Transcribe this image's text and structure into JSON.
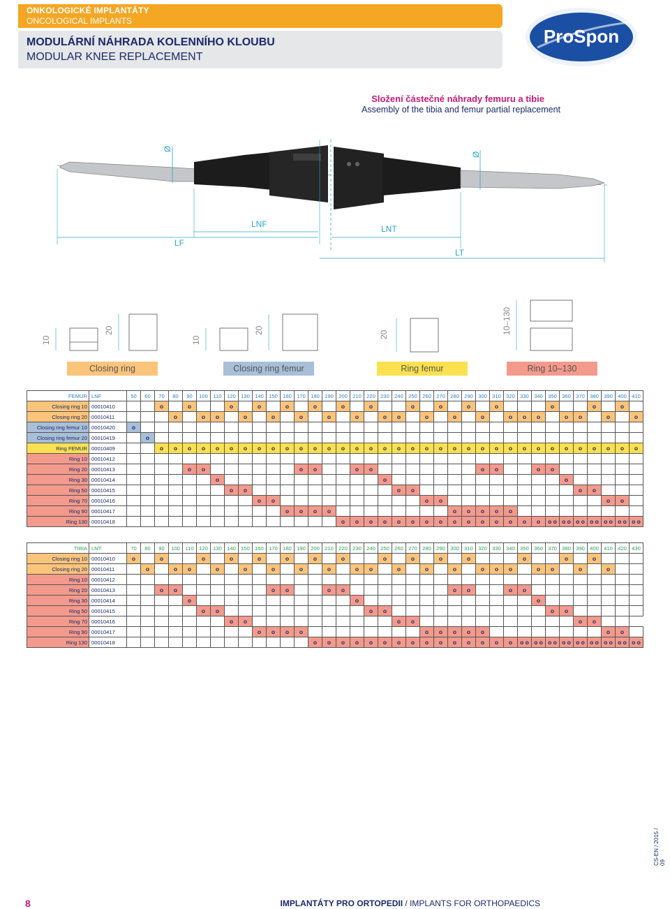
{
  "header": {
    "category_cz": "ONKOLOGICKÉ IMPLANTÁTY",
    "category_en": "ONCOLOGICAL IMPLANTS",
    "title_cz": "MODULÁRNÍ NÁHRADA KOLENNÍHO KLOUBU",
    "title_en": "MODULAR KNEE REPLACEMENT",
    "logo_text": "ProSpon"
  },
  "section": {
    "title_cz": "Složení částečné náhrady femuru a tibie",
    "title_en": "Assembly of the tibia and femur partial replacement"
  },
  "drawing": {
    "diam_left": "Ø",
    "diam_right": "Ø",
    "lnf": "LNF",
    "lnt": "LNT",
    "lf": "LF",
    "lt": "LT"
  },
  "components": {
    "d1": "10",
    "d2": "20",
    "d3": "10",
    "d4": "20",
    "d5": "20",
    "d6": "10–130",
    "btn1": "Closing ring",
    "btn2": "Closing ring femur",
    "btn3": "Ring femur",
    "btn4": "Ring 10–130"
  },
  "femur_table": {
    "head_name": "FEMUR",
    "head_code": "LNF",
    "columns": [
      "50",
      "60",
      "70",
      "80",
      "90",
      "100",
      "110",
      "120",
      "130",
      "140",
      "150",
      "160",
      "170",
      "180",
      "190",
      "200",
      "210",
      "220",
      "230",
      "240",
      "250",
      "260",
      "270",
      "280",
      "290",
      "300",
      "310",
      "320",
      "330",
      "340",
      "350",
      "360",
      "370",
      "380",
      "390",
      "400",
      "410"
    ],
    "rows": [
      {
        "name": "Closing ring 10",
        "code": "00010410",
        "color": "o",
        "cells": [
          "",
          "",
          "o",
          "",
          "o",
          "",
          "",
          "o",
          "",
          "o",
          "",
          "o",
          "",
          "o",
          "",
          "o",
          "",
          "o",
          "",
          "",
          "o",
          "",
          "o",
          "",
          "o",
          "",
          "o",
          "",
          "",
          "",
          "o",
          "",
          "",
          "o",
          "",
          "o",
          ""
        ]
      },
      {
        "name": "Closing ring 20",
        "code": "00010411",
        "color": "o",
        "cells": [
          "",
          "",
          "",
          "",
          "",
          "",
          "",
          "",
          "",
          "",
          "",
          "",
          "",
          "",
          "",
          "",
          "",
          "",
          "",
          "",
          "",
          "",
          "",
          "",
          "",
          "",
          "",
          "",
          "",
          "",
          "",
          "",
          "",
          "",
          "",
          "",
          ""
        ]
      },
      {
        "name": "Closing ring femur 10",
        "code": "00010420",
        "color": "g",
        "cells": [
          "o",
          "",
          "",
          "",
          "",
          "",
          "",
          "",
          "",
          "",
          "",
          "",
          "",
          "",
          "",
          "",
          "",
          "",
          "",
          "",
          "",
          "",
          "",
          "",
          "",
          "",
          "",
          "",
          "",
          "",
          "",
          "",
          "",
          "",
          "",
          "",
          ""
        ]
      },
      {
        "name": "Closing ring femur 20",
        "code": "00010419",
        "color": "g",
        "cells": [
          "",
          "o",
          "",
          "",
          "",
          "",
          "",
          "",
          "",
          "",
          "",
          "",
          "",
          "",
          "",
          "",
          "",
          "",
          "",
          "",
          "",
          "",
          "",
          "",
          "",
          "",
          "",
          "",
          "",
          "",
          "",
          "",
          "",
          "",
          "",
          "",
          ""
        ]
      },
      {
        "name": "Ring FEMUR",
        "code": "00010409",
        "color": "y",
        "cells": [
          "",
          "",
          "o",
          "o",
          "o",
          "o",
          "o",
          "o",
          "o",
          "o",
          "o",
          "o",
          "o",
          "o",
          "o",
          "o",
          "o",
          "o",
          "o",
          "o",
          "o",
          "o",
          "o",
          "o",
          "o",
          "o",
          "o",
          "o",
          "o",
          "o",
          "o",
          "o",
          "o",
          "o",
          "o",
          "o",
          "o"
        ]
      },
      {
        "name": "Ring 10",
        "code": "00010412",
        "color": "r",
        "cells": [
          "",
          "",
          "",
          "",
          "",
          "",
          "",
          "",
          "",
          "",
          "",
          "",
          "",
          "",
          "",
          "",
          "",
          "",
          "",
          "",
          "",
          "",
          "",
          "",
          "",
          "",
          "",
          "",
          "",
          "",
          "",
          "",
          "",
          "",
          "",
          "",
          ""
        ]
      },
      {
        "name": "Ring 20",
        "code": "00010413",
        "color": "r",
        "cells": [
          "",
          "",
          "",
          "",
          "o",
          "o",
          "",
          "",
          "",
          "",
          "",
          "",
          "o",
          "o",
          "",
          "",
          "o",
          "o",
          "",
          "",
          "",
          "",
          "",
          "",
          "",
          "o",
          "o",
          "",
          "",
          "o",
          "o",
          "",
          "",
          "",
          "",
          "",
          ""
        ]
      },
      {
        "name": "Ring 30",
        "code": "00010414",
        "color": "r",
        "cells": [
          "",
          "",
          "",
          "",
          "",
          "",
          "o",
          "",
          "",
          "",
          "",
          "",
          "",
          "",
          "",
          "",
          "",
          "",
          "o",
          "",
          "",
          "",
          "",
          "",
          "",
          "",
          "",
          "",
          "",
          "",
          "",
          "o",
          "",
          "",
          "",
          "",
          ""
        ]
      },
      {
        "name": "Ring 50",
        "code": "00010415",
        "color": "r",
        "cells": [
          "",
          "",
          "",
          "",
          "",
          "",
          "",
          "o",
          "o",
          "",
          "",
          "",
          "",
          "",
          "",
          "",
          "",
          "",
          "",
          "o",
          "o",
          "",
          "",
          "",
          "",
          "",
          "",
          "",
          "",
          "",
          "",
          "",
          "o",
          "o",
          "",
          "",
          ""
        ]
      },
      {
        "name": "Ring 70",
        "code": "00010416",
        "color": "r",
        "cells": [
          "",
          "",
          "",
          "",
          "",
          "",
          "",
          "",
          "",
          "o",
          "o",
          "",
          "",
          "",
          "",
          "",
          "",
          "",
          "",
          "",
          "",
          "o",
          "o",
          "",
          "",
          "",
          "",
          "",
          "",
          "",
          "",
          "",
          "",
          "",
          "o",
          "o",
          ""
        ]
      },
      {
        "name": "Ring 90",
        "code": "00010417",
        "color": "r",
        "cells": [
          "",
          "",
          "",
          "",
          "",
          "",
          "",
          "",
          "",
          "",
          "",
          "o",
          "o",
          "o",
          "o",
          "",
          "",
          "",
          "",
          "",
          "",
          "",
          "",
          "o",
          "o",
          "o",
          "o",
          "o",
          "",
          "",
          "",
          "",
          "",
          "",
          "",
          "",
          ""
        ]
      },
      {
        "name": "Ring 130",
        "code": "00010418",
        "color": "r",
        "cells": [
          "",
          "",
          "",
          "",
          "",
          "",
          "",
          "",
          "",
          "",
          "",
          "",
          "",
          "",
          "",
          "o",
          "o",
          "o",
          "o",
          "o",
          "o",
          "o",
          "o",
          "o",
          "o",
          "o",
          "o",
          "o",
          "o",
          "o",
          "o o",
          "o o",
          "o o",
          "o o",
          "o o",
          "o o",
          "o o"
        ]
      }
    ],
    "row2_cells": [
      "",
      "",
      "",
      "o",
      "",
      "o",
      "o",
      "",
      "o",
      "",
      "o",
      "",
      "o",
      "",
      "o",
      "",
      "o",
      "",
      "o",
      "o",
      "",
      "o",
      "",
      "o",
      "",
      "o",
      "",
      "o",
      "o",
      "o",
      "",
      "o",
      "o",
      "",
      "o",
      "",
      "o"
    ]
  },
  "tibia_table": {
    "head_name": "TIBIA",
    "head_code": "LNT",
    "columns": [
      "70",
      "80",
      "90",
      "100",
      "110",
      "120",
      "130",
      "140",
      "150",
      "160",
      "170",
      "180",
      "190",
      "200",
      "210",
      "220",
      "230",
      "240",
      "250",
      "260",
      "270",
      "280",
      "290",
      "300",
      "310",
      "320",
      "330",
      "340",
      "350",
      "360",
      "370",
      "380",
      "390",
      "400",
      "410",
      "420",
      "430"
    ],
    "rows": [
      {
        "name": "Closing ring 10",
        "code": "00010410",
        "color": "o",
        "cells": [
          "o",
          "",
          "o",
          "",
          "",
          "o",
          "",
          "o",
          "",
          "o",
          "",
          "o",
          "",
          "o",
          "",
          "o",
          "",
          "",
          "o",
          "",
          "o",
          "",
          "o",
          "",
          "o",
          "",
          "",
          "",
          "o",
          "",
          "",
          "o",
          "",
          "o",
          "",
          "",
          ""
        ]
      },
      {
        "name": "Closing ring 20",
        "code": "00010411",
        "color": "o",
        "cells": [
          "",
          "o",
          "",
          "o",
          "o",
          "",
          "o",
          "",
          "o",
          "",
          "o",
          "",
          "o",
          "",
          "o",
          "",
          "o",
          "o",
          "",
          "o",
          "",
          "o",
          "",
          "o",
          "",
          "o",
          "o",
          "o",
          "",
          "o",
          "o",
          "",
          "o",
          "",
          "o",
          "",
          ""
        ]
      },
      {
        "name": "Ring 10",
        "code": "00010412",
        "color": "r",
        "cells": [
          "",
          "",
          "",
          "",
          "",
          "",
          "",
          "",
          "",
          "",
          "",
          "",
          "",
          "",
          "",
          "",
          "",
          "",
          "",
          "",
          "",
          "",
          "",
          "",
          "",
          "",
          "",
          "",
          "",
          "",
          "",
          "",
          "",
          "",
          "",
          "",
          ""
        ]
      },
      {
        "name": "Ring 20",
        "code": "00010413",
        "color": "r",
        "cells": [
          "",
          "",
          "o",
          "o",
          "",
          "",
          "",
          "",
          "",
          "",
          "o",
          "o",
          "",
          "",
          "o",
          "o",
          "",
          "",
          "",
          "",
          "",
          "",
          "",
          "o",
          "o",
          "",
          "",
          "o",
          "o",
          "",
          "",
          "",
          "",
          "",
          "",
          "",
          ""
        ]
      },
      {
        "name": "Ring 30",
        "code": "00010414",
        "color": "r",
        "cells": [
          "",
          "",
          "",
          "",
          "o",
          "",
          "",
          "",
          "",
          "",
          "",
          "",
          "",
          "",
          "",
          "",
          "o",
          "",
          "",
          "",
          "",
          "",
          "",
          "",
          "",
          "",
          "",
          "",
          "",
          "o",
          "",
          "",
          "",
          "",
          "",
          "",
          ""
        ]
      },
      {
        "name": "Ring 50",
        "code": "00010415",
        "color": "r",
        "cells": [
          "",
          "",
          "",
          "",
          "",
          "o",
          "o",
          "",
          "",
          "",
          "",
          "",
          "",
          "",
          "",
          "",
          "",
          "o",
          "o",
          "",
          "",
          "",
          "",
          "",
          "",
          "",
          "",
          "",
          "",
          "",
          "o",
          "o",
          "",
          "",
          "",
          "",
          ""
        ]
      },
      {
        "name": "Ring 70",
        "code": "00010416",
        "color": "r",
        "cells": [
          "",
          "",
          "",
          "",
          "",
          "",
          "",
          "o",
          "o",
          "",
          "",
          "",
          "",
          "",
          "",
          "",
          "",
          "",
          "",
          "o",
          "o",
          "",
          "",
          "",
          "",
          "",
          "",
          "",
          "",
          "",
          "",
          "",
          "o",
          "o",
          "",
          ""
        ]
      },
      {
        "name": "Ring 90",
        "code": "00010417",
        "color": "r",
        "cells": [
          "",
          "",
          "",
          "",
          "",
          "",
          "",
          "",
          "",
          "o",
          "o",
          "o",
          "o",
          "",
          "",
          "",
          "",
          "",
          "",
          "",
          "",
          "o",
          "o",
          "o",
          "o",
          "o",
          "",
          "",
          "",
          "",
          "",
          "",
          "",
          "",
          "o",
          "o",
          ""
        ]
      },
      {
        "name": "Ring 130",
        "code": "00010418",
        "color": "r",
        "cells": [
          "",
          "",
          "",
          "",
          "",
          "",
          "",
          "",
          "",
          "",
          "",
          "",
          "",
          "o",
          "o",
          "o",
          "o",
          "o",
          "o",
          "o",
          "o",
          "o",
          "o",
          "o",
          "o",
          "o",
          "o",
          "o",
          "o o",
          "o o",
          "o o",
          "o o",
          "o o",
          "o o",
          "o o",
          "o o",
          "o o"
        ]
      }
    ]
  },
  "footer": {
    "page": "8",
    "text_bold": "IMPLANTÁTY PRO ORTOPEDII",
    "text_sep": " / ",
    "text_rest": "IMPLANTS FOR ORTHOPAEDICS",
    "side": "CS-EN / 2015 / 09"
  },
  "colors": {
    "orange": "#f5a623",
    "magenta": "#c8197a",
    "navy": "#1a2a6a",
    "cyan": "#2aa7c9",
    "logo_blue": "#1b4fa3"
  }
}
